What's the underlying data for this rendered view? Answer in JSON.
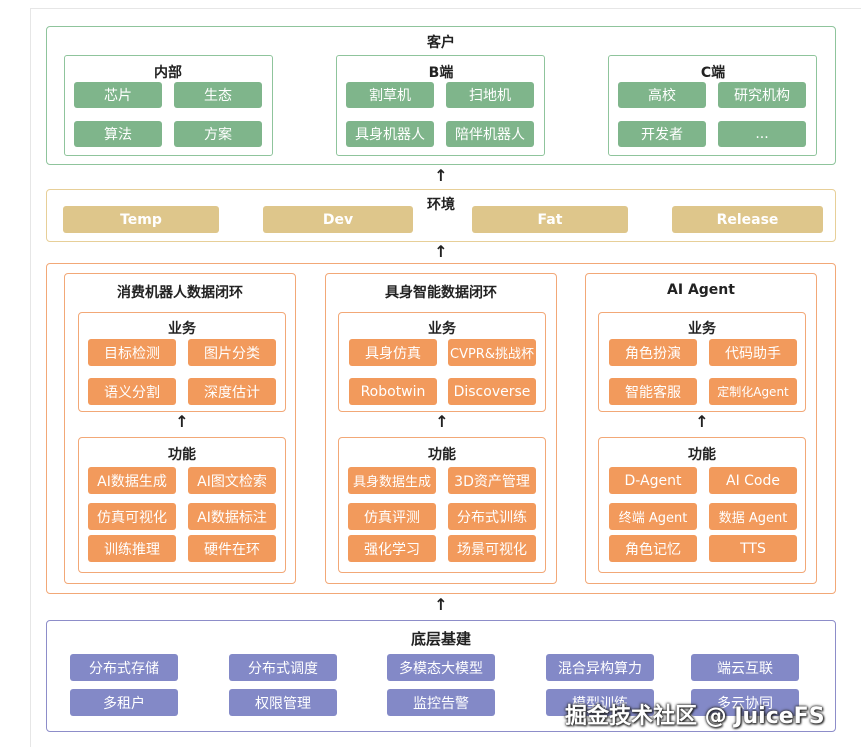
{
  "customer": {
    "title": "客户",
    "internal": {
      "title": "内部",
      "items": [
        "芯片",
        "生态",
        "算法",
        "方案"
      ]
    },
    "b_end": {
      "title": "B端",
      "items": [
        "割草机",
        "扫地机",
        "具身机器人",
        "陪伴机器人"
      ]
    },
    "c_end": {
      "title": "C端",
      "items": [
        "高校",
        "研究机构",
        "开发者",
        "..."
      ]
    }
  },
  "environment": {
    "title": "环境",
    "items": [
      "Temp",
      "Dev",
      "Fat",
      "Release"
    ]
  },
  "loops": [
    {
      "title": "消费机器人数据闭环",
      "business_title": "业务",
      "business": [
        "目标检测",
        "图片分类",
        "语义分割",
        "深度估计"
      ],
      "function_title": "功能",
      "functions": [
        "AI数据生成",
        "AI图文检索",
        "仿真可视化",
        "AI数据标注",
        "训练推理",
        "硬件在环"
      ]
    },
    {
      "title": "具身智能数据闭环",
      "business_title": "业务",
      "business": [
        "具身仿真",
        "CVPR&挑战杯",
        "Robotwin",
        "Discoverse"
      ],
      "function_title": "功能",
      "functions": [
        "具身数据生成",
        "3D资产管理",
        "仿真评测",
        "分布式训练",
        "强化学习",
        "场景可视化"
      ]
    },
    {
      "title": "AI Agent",
      "business_title": "业务",
      "business": [
        "角色扮演",
        "代码助手",
        "智能客服",
        "定制化Agent"
      ],
      "function_title": "功能",
      "functions": [
        "D-Agent",
        "AI Code",
        "终端 Agent",
        "数据 Agent",
        "角色记忆",
        "TTS"
      ]
    }
  ],
  "infrastructure": {
    "title": "底层基建",
    "items": [
      "分布式存储",
      "分布式调度",
      "多模态大模型",
      "混合异构算力",
      "端云互联",
      "多租户",
      "权限管理",
      "监控告警",
      "模型训练",
      "多云协同"
    ]
  },
  "watermark": "掘金技术社区 @ JuiceFS",
  "colors": {
    "green": "#7fb58b",
    "env": "#dec68b",
    "orange": "#f29a5c",
    "purple": "#8389c7"
  }
}
